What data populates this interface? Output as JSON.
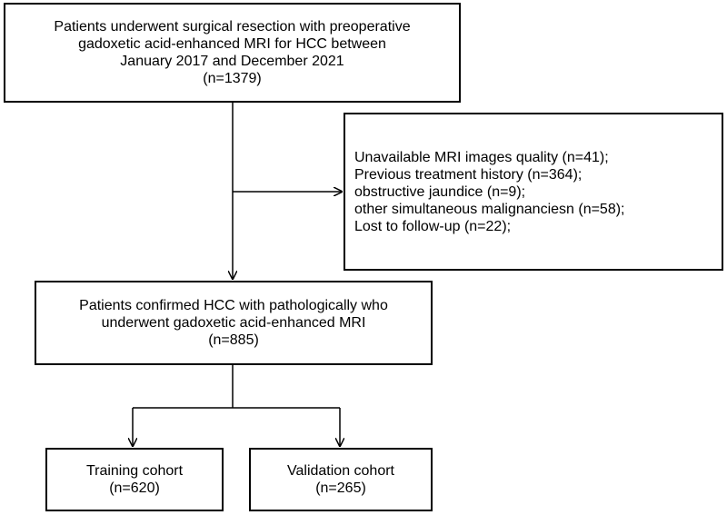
{
  "flowchart": {
    "top_box": {
      "lines": [
        "Patients underwent surgical resection with preoperative",
        "gadoxetic acid-enhanced MRI for HCC between",
        "January 2017 and December 2021",
        "(n=1379)"
      ]
    },
    "exclusion_box": {
      "lines": [
        "Unavailable MRI images quality (n=41);",
        "Previous treatment history (n=364);",
        "obstructive jaundice (n=9);",
        "other simultaneous malignanciesn (n=58);",
        "Lost to follow-up (n=22);"
      ]
    },
    "middle_box": {
      "lines": [
        "Patients confirmed HCC with pathologically who",
        "underwent gadoxetic acid-enhanced MRI",
        "(n=885)"
      ]
    },
    "training_box": {
      "lines": [
        "Training cohort",
        "(n=620)"
      ]
    },
    "validation_box": {
      "lines": [
        "Validation cohort",
        "(n=265)"
      ]
    },
    "colors": {
      "line": "#000000",
      "background": "#ffffff"
    }
  }
}
